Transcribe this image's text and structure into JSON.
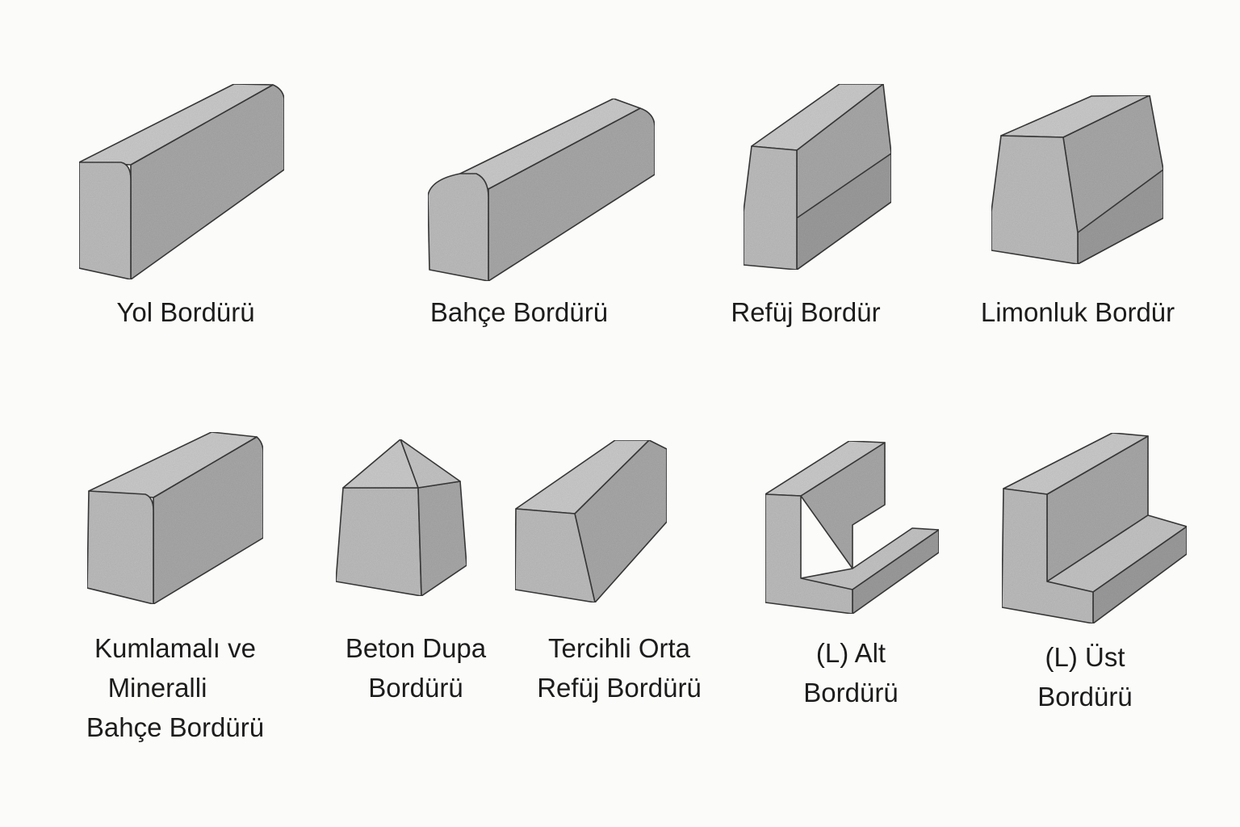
{
  "colors": {
    "background": "#fbfbf9",
    "top_face": "#cbcbcb",
    "front_face": "#bdbdbd",
    "side_face": "#9c9c9c",
    "outline": "#3a3a3a",
    "text": "#1c1c1c"
  },
  "items": [
    {
      "id": "yol-bordur",
      "shape": "rounded-top-block",
      "label": [
        "Yol Bordürü"
      ]
    },
    {
      "id": "bahce-bordur",
      "shape": "rounded-bullnose-block",
      "label": [
        "Bahçe Bordürü"
      ]
    },
    {
      "id": "refuj-bordur",
      "shape": "tapered-refuj-block",
      "label": [
        "Refüj Bordür"
      ]
    },
    {
      "id": "limonluk-bordur",
      "shape": "trapezoid-limonluk-block",
      "label": [
        "Limonluk Bordür"
      ]
    },
    {
      "id": "kumlamali-bordur",
      "shape": "rounded-top-block",
      "label": [
        "Kumlamalı ve",
        "Mineralli",
        "Bahçe Bordürü"
      ]
    },
    {
      "id": "beton-dupa",
      "shape": "pyramid-cap-block",
      "label": [
        "Beton Dupa",
        "Bordürü"
      ]
    },
    {
      "id": "tercihli-orta-refuj",
      "shape": "chamfered-median-block",
      "label": [
        "Tercihli Orta",
        "Refüj Bordürü"
      ]
    },
    {
      "id": "l-alt-bordur",
      "shape": "l-shaped-low-block",
      "label": [
        "(L) Alt",
        "Bordürü"
      ]
    },
    {
      "id": "l-ust-bordur",
      "shape": "l-shaped-high-block",
      "label": [
        "(L) Üst",
        "Bordürü"
      ]
    }
  ]
}
